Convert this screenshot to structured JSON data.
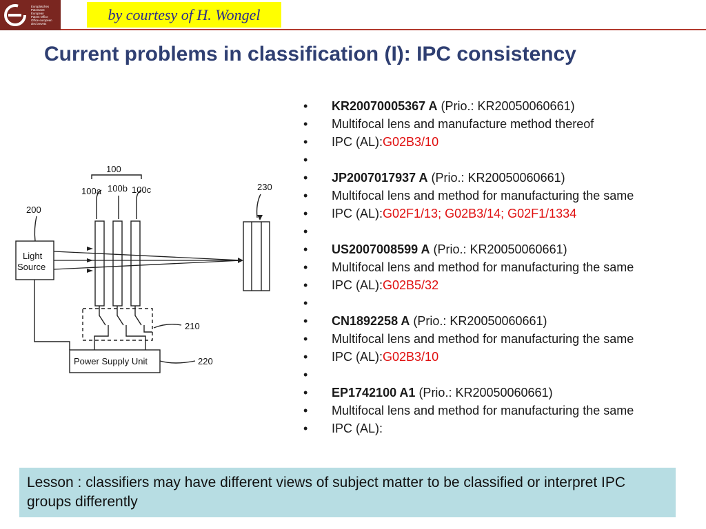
{
  "header": {
    "logo_lines": [
      "Europäisches",
      "Patentamt",
      "European",
      "Patent Office",
      "Office européen",
      "des brevets"
    ],
    "courtesy": "by courtesy of H. Wongel"
  },
  "title": "Current problems in classification (I): IPC consistency",
  "diagram": {
    "light_source_line1": "Light",
    "light_source_line2": "Source",
    "power_supply": "Power Supply Unit",
    "label_100": "100",
    "label_100a": "100a",
    "label_100b": "100b",
    "label_100c": "100c",
    "label_200": "200",
    "label_210": "210",
    "label_220": "220",
    "label_230": "230"
  },
  "entries": [
    {
      "number": "KR20070005367 A",
      "prio": " (Prio.: KR20050060661)",
      "title": "Multifocal lens and manufacture method thereof",
      "ipc_label": "IPC (AL):",
      "ipc": "G02B3/10"
    },
    {
      "number": "JP2007017937 A",
      "prio": " (Prio.: KR20050060661)",
      "title": "Multifocal lens and method for manufacturing the same",
      "ipc_label": "IPC (AL):",
      "ipc": "G02F1/13; G02B3/14; G02F1/1334"
    },
    {
      "number": "US2007008599 A",
      "prio": " (Prio.: KR20050060661)",
      "title": "Multifocal lens and method for manufacturing the same",
      "ipc_label": "IPC (AL):",
      "ipc": "G02B5/32"
    },
    {
      "number": "CN1892258 A",
      "prio": " (Prio.: KR20050060661)",
      "title": "Multifocal lens and method for manufacturing the same",
      "ipc_label": "IPC (AL):",
      "ipc": "G02B3/10"
    },
    {
      "number": "EP1742100 A1",
      "prio": " (Prio.: KR20050060661)",
      "title": "Multifocal lens and method for manufacturing the same",
      "ipc_label": "IPC (AL):",
      "ipc": ""
    }
  ],
  "lesson": "Lesson : classifiers may have different views of subject matter to be classified or interpret IPC groups differently"
}
